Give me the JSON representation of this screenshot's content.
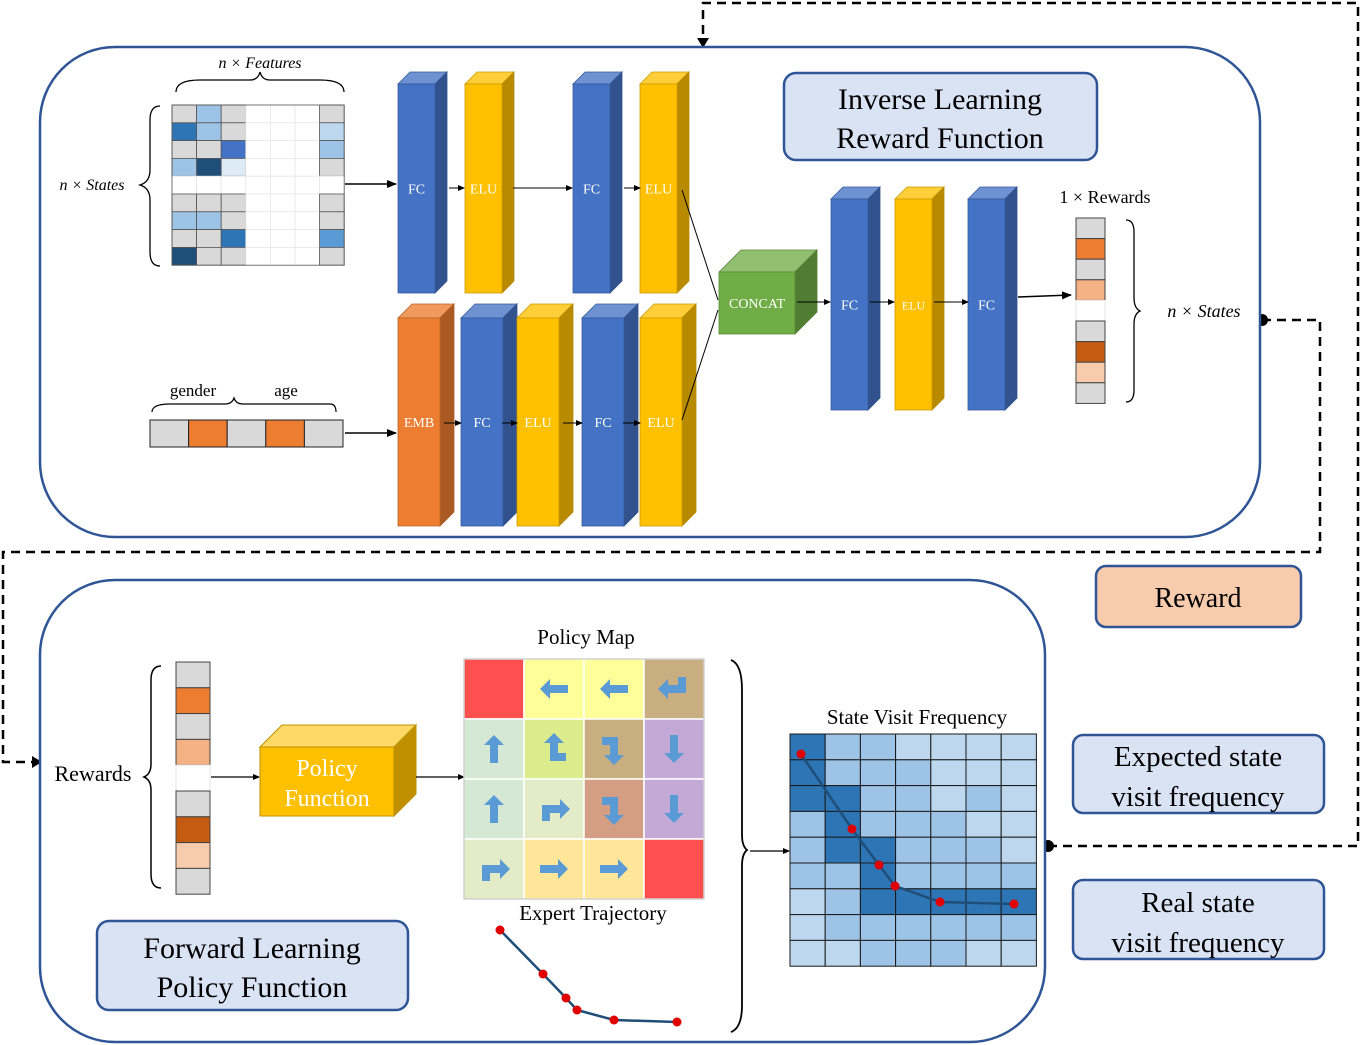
{
  "top_panel": {
    "title_line1": "Inverse Learning",
    "title_line2": "Reward Function",
    "features_label": "n × Features",
    "states_label": "n × States",
    "gender_label": "gender",
    "age_label": "age",
    "rewards_label": "1 × Rewards",
    "out_states_label": "n × States",
    "branch1": [
      "FC",
      "ELU",
      "FC",
      "ELU"
    ],
    "branch2": [
      "EMB",
      "FC",
      "ELU",
      "FC",
      "ELU"
    ],
    "concat_label": "CONCAT",
    "head": [
      "FC",
      "ELU",
      "FC"
    ]
  },
  "reward_box": {
    "label": "Reward"
  },
  "bottom_panel": {
    "title_line1": "Forward Learning",
    "title_line2": "Policy Function",
    "rewards_label": "Rewards",
    "policy_line1": "Policy",
    "policy_line2": "Function",
    "policy_map_title": "Policy Map",
    "expert_traj_title": "Expert Trajectory",
    "svf_title": "State Visit Frequency"
  },
  "legend": {
    "expected_line1": "Expected state",
    "expected_line2": "visit frequency",
    "real_line1": "Real state",
    "real_line2": "visit frequency"
  },
  "colors": {
    "fc_blue": "#4472C4",
    "elu_yellow": "#FFC000",
    "emb_orange": "#ED7D31",
    "concat_green": "#70AD47",
    "panel_border": "#2F5597",
    "label_box_fill": "#DAE3F3",
    "reward_box_fill": "#F8CBAD"
  },
  "feature_matrix": [
    [
      "#D9D9D9",
      "#9DC3E6",
      "#D9D9D9",
      "#FFFFFF",
      "#FFFFFF",
      "#FFFFFF",
      "#D9D9D9"
    ],
    [
      "#2E75B6",
      "#9DC3E6",
      "#D9D9D9",
      "#FFFFFF",
      "#FFFFFF",
      "#FFFFFF",
      "#BDD7EE"
    ],
    [
      "#D9D9D9",
      "#D9D9D9",
      "#4472C4",
      "#FFFFFF",
      "#FFFFFF",
      "#FFFFFF",
      "#9DC3E6"
    ],
    [
      "#9DC3E6",
      "#1F4E79",
      "#DDEBF7",
      "#FFFFFF",
      "#FFFFFF",
      "#FFFFFF",
      "#D9D9D9"
    ],
    [
      "#FFFFFF",
      "#FFFFFF",
      "#FFFFFF",
      "#FFFFFF",
      "#FFFFFF",
      "#FFFFFF",
      "#FFFFFF"
    ],
    [
      "#D9D9D9",
      "#D9D9D9",
      "#D9D9D9",
      "#FFFFFF",
      "#FFFFFF",
      "#FFFFFF",
      "#D9D9D9"
    ],
    [
      "#9DC3E6",
      "#9DC3E6",
      "#D9D9D9",
      "#FFFFFF",
      "#FFFFFF",
      "#FFFFFF",
      "#D9D9D9"
    ],
    [
      "#D9D9D9",
      "#D9D9D9",
      "#2E75B6",
      "#FFFFFF",
      "#FFFFFF",
      "#FFFFFF",
      "#5B9BD5"
    ],
    [
      "#1F4E79",
      "#D9D9D9",
      "#D9D9D9",
      "#FFFFFF",
      "#FFFFFF",
      "#FFFFFF",
      "#D9D9D9"
    ]
  ],
  "demo_vector": [
    "#D9D9D9",
    "#ED7D31",
    "#D9D9D9",
    "#ED7D31",
    "#D9D9D9"
  ],
  "reward_vector": [
    "#D9D9D9",
    "#ED7D31",
    "#D9D9D9",
    "#F4B183",
    "#FFFFFF",
    "#D9D9D9",
    "#C55A11",
    "#F8CBAD",
    "#D9D9D9"
  ],
  "policy_map": [
    [
      {
        "bg": "#FF5050",
        "a": ""
      },
      {
        "bg": "#FFFF99",
        "a": "left"
      },
      {
        "bg": "#FFFF99",
        "a": "left"
      },
      {
        "bg": "#C9AE82",
        "a": "turn-down-left"
      }
    ],
    [
      {
        "bg": "#D5E8D4",
        "a": "up"
      },
      {
        "bg": "#DCEB8C",
        "a": "turn-up-left"
      },
      {
        "bg": "#C9AE82",
        "a": "turn-down-right"
      },
      {
        "bg": "#C3A9D6",
        "a": "down"
      }
    ],
    [
      {
        "bg": "#D5E8D4",
        "a": "up"
      },
      {
        "bg": "#E3EBC7",
        "a": "turn-up-right"
      },
      {
        "bg": "#D49E85",
        "a": "turn-right-down"
      },
      {
        "bg": "#C3A9D6",
        "a": "down"
      }
    ],
    [
      {
        "bg": "#E3EBC7",
        "a": "turn-right-up"
      },
      {
        "bg": "#FFE699",
        "a": "right"
      },
      {
        "bg": "#FFE699",
        "a": "right"
      },
      {
        "bg": "#FF5050",
        "a": ""
      }
    ]
  ],
  "svf_grid": [
    [
      2,
      1,
      1,
      0,
      0,
      0,
      0
    ],
    [
      2,
      1,
      1,
      1,
      0,
      0,
      0
    ],
    [
      2,
      2,
      1,
      1,
      0,
      1,
      0
    ],
    [
      1,
      2,
      1,
      1,
      1,
      0,
      0
    ],
    [
      1,
      2,
      2,
      1,
      1,
      1,
      0
    ],
    [
      1,
      1,
      2,
      1,
      1,
      1,
      1
    ],
    [
      0,
      1,
      2,
      2,
      2,
      2,
      2
    ],
    [
      0,
      1,
      1,
      1,
      1,
      1,
      1
    ],
    [
      0,
      0,
      1,
      1,
      1,
      0,
      0
    ]
  ]
}
